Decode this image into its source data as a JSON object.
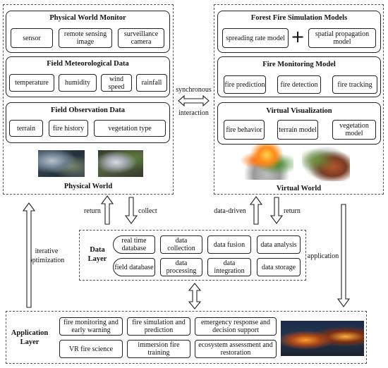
{
  "physical_world": {
    "label": "Physical World",
    "monitor": {
      "title": "Physical World Monitor",
      "items": [
        "sensor",
        "remote sensing image",
        "surveillance camera"
      ]
    },
    "meteorological": {
      "title": "Field Meteorological Data",
      "items": [
        "temperature",
        "humidity",
        "wind speed",
        "rainfall"
      ]
    },
    "observation": {
      "title": "Field Observation Data",
      "items": [
        "terrain",
        "fire history",
        "vegetation type"
      ]
    }
  },
  "virtual_world": {
    "label": "Virtual World",
    "simulation": {
      "title": "Forest Fire Simulation Models",
      "items": [
        "spreading rate model",
        "spatial propagation model"
      ],
      "plus": "+"
    },
    "monitoring": {
      "title": "Fire Monitoring Model",
      "items": [
        "fire prediction",
        "fire detection",
        "fire tracking"
      ]
    },
    "visualization": {
      "title": "Virtual Visualization",
      "items": [
        "fire behavior",
        "terrain model",
        "vegetation model"
      ]
    }
  },
  "sync": {
    "top": "synchronous",
    "bottom": "interaction"
  },
  "flows": {
    "return_left": "return",
    "collect": "collect",
    "data_driven": "data-driven",
    "return_right": "return",
    "iterative": "iterative optimization",
    "application": "application"
  },
  "data_layer": {
    "label": "Data Layer",
    "databases": [
      "real time database",
      "field database"
    ],
    "items": [
      "data collection",
      "data fusion",
      "data analysis",
      "data processing",
      "data integration",
      "data storage"
    ]
  },
  "application_layer": {
    "label": "Application Layer",
    "items": [
      "fire monitoring and early warning",
      "fire simulation and prediction",
      "emergency response and decision support",
      "VR fire science",
      "immersion fire training",
      "ecosystem assessment and restoration"
    ]
  }
}
